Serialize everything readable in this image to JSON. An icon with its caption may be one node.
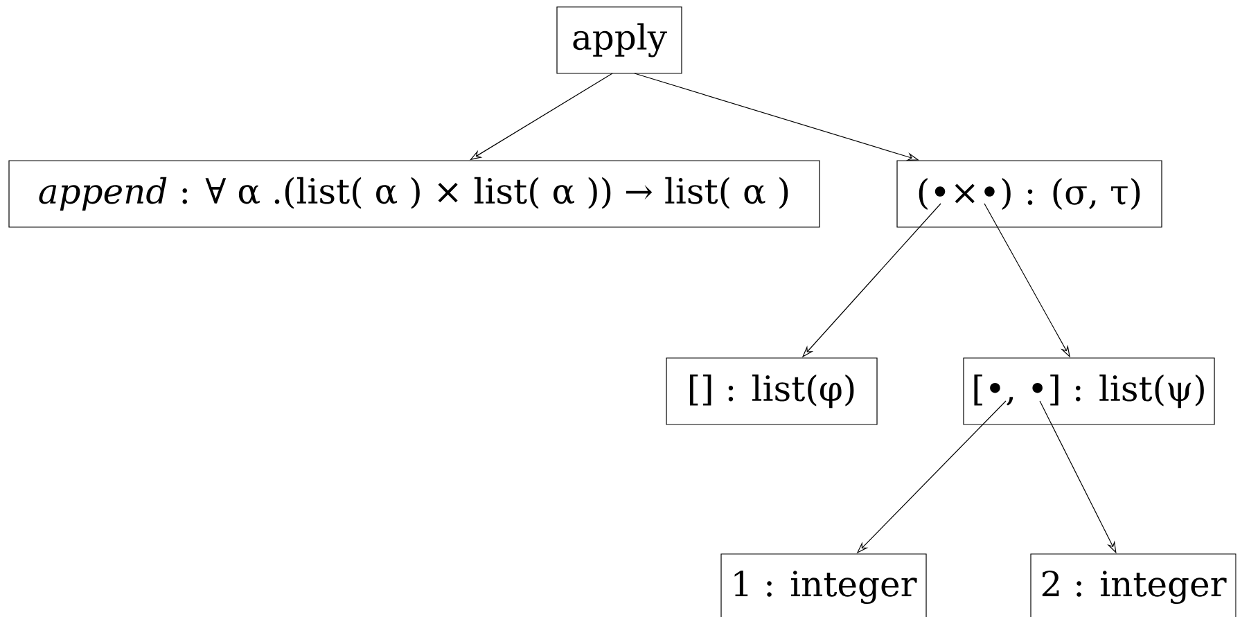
{
  "diagram": {
    "nodes": [
      {
        "text": [
          "apply"
        ]
      },
      {
        "text": [
          "*append* : ∀ α .(list( α ) × list( α )) → list( α )"
        ]
      },
      {
        "text": [
          "(•×•) : (σ, τ)"
        ]
      },
      {
        "text": [
          "[] : list(φ)"
        ]
      },
      {
        "text": [
          "[•, •] : list(ψ)"
        ]
      },
      {
        "text": [
          "1 : integer"
        ]
      },
      {
        "text": [
          "2 : integer"
        ]
      }
    ],
    "edges": [
      {
        "from": 0,
        "to": 1,
        "arrow": "to"
      },
      {
        "from": 0,
        "to": 2,
        "arrow": "to"
      },
      {
        "from": 2,
        "to": 3,
        "arrow": "to"
      },
      {
        "from": 2,
        "to": 4,
        "arrow": "to"
      },
      {
        "from": 4,
        "to": 5,
        "arrow": "to"
      },
      {
        "from": 4,
        "to": 6,
        "arrow": "to"
      }
    ]
  }
}
